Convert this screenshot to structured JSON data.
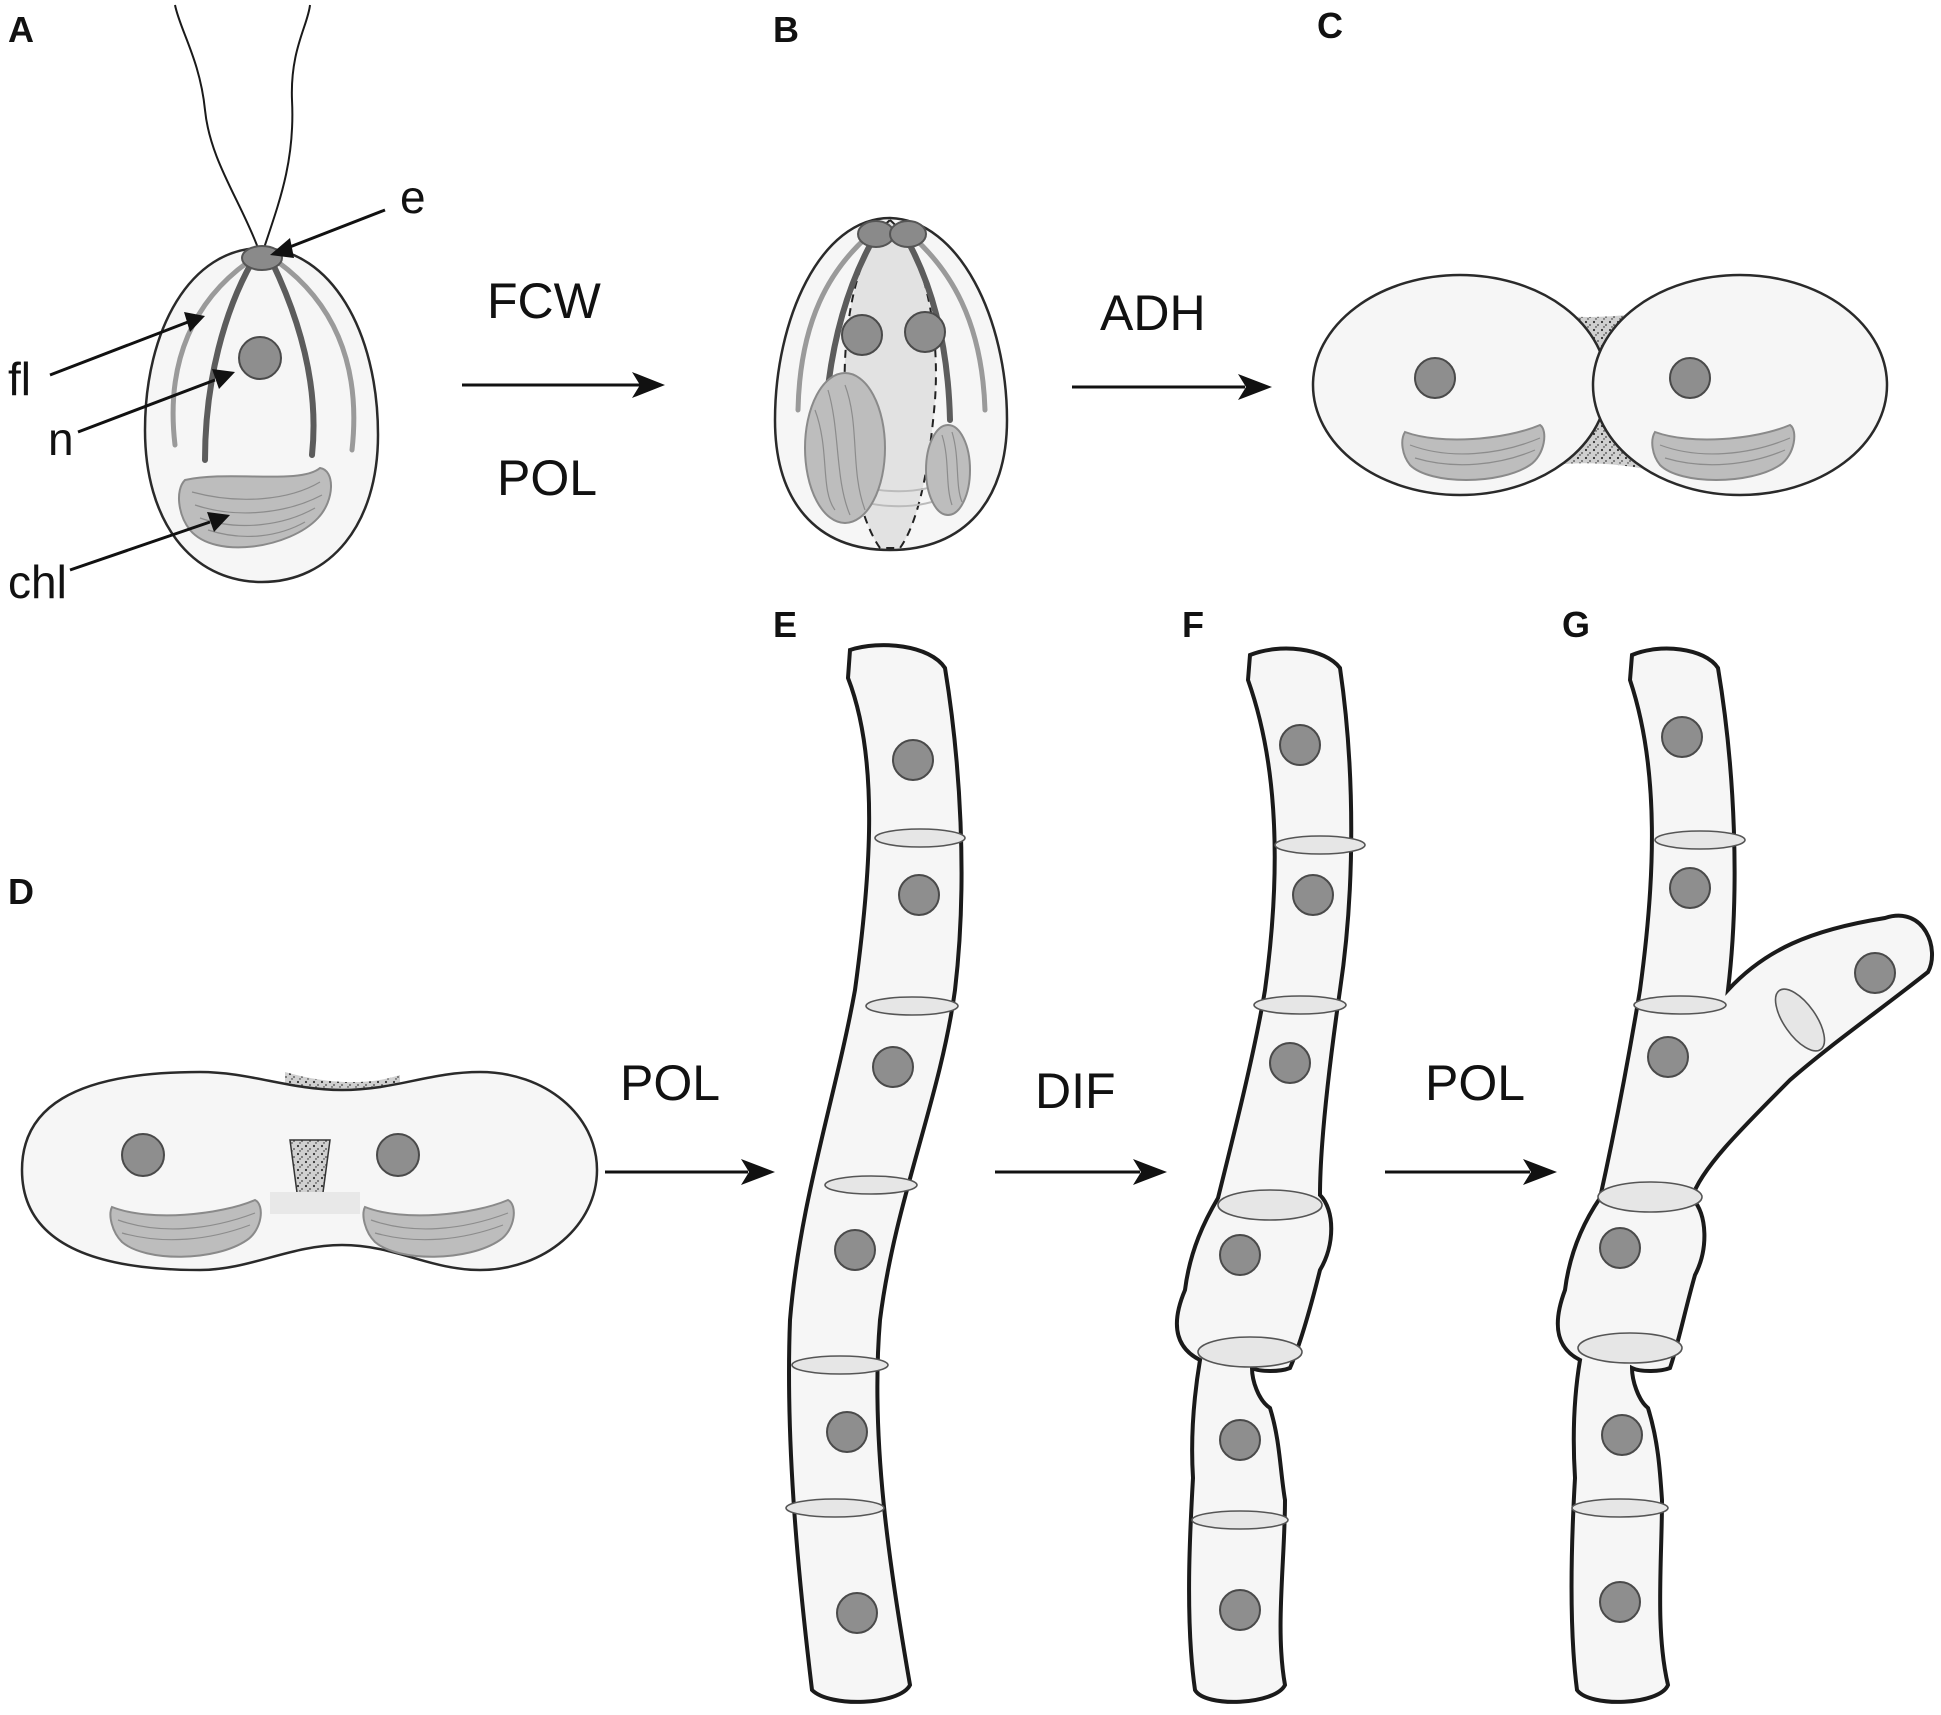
{
  "panels": {
    "a": "A",
    "b": "B",
    "c": "C",
    "d": "D",
    "e": "E",
    "f": "F",
    "g": "G"
  },
  "parts": {
    "eyespot": "e",
    "flagellar_root": "fl",
    "nucleus": "n",
    "chloroplast": "chl"
  },
  "processes": {
    "ab_top": "FCW",
    "ab_bottom": "POL",
    "bc": "ADH",
    "de": "POL",
    "ef": "DIF",
    "fg": "POL"
  }
}
